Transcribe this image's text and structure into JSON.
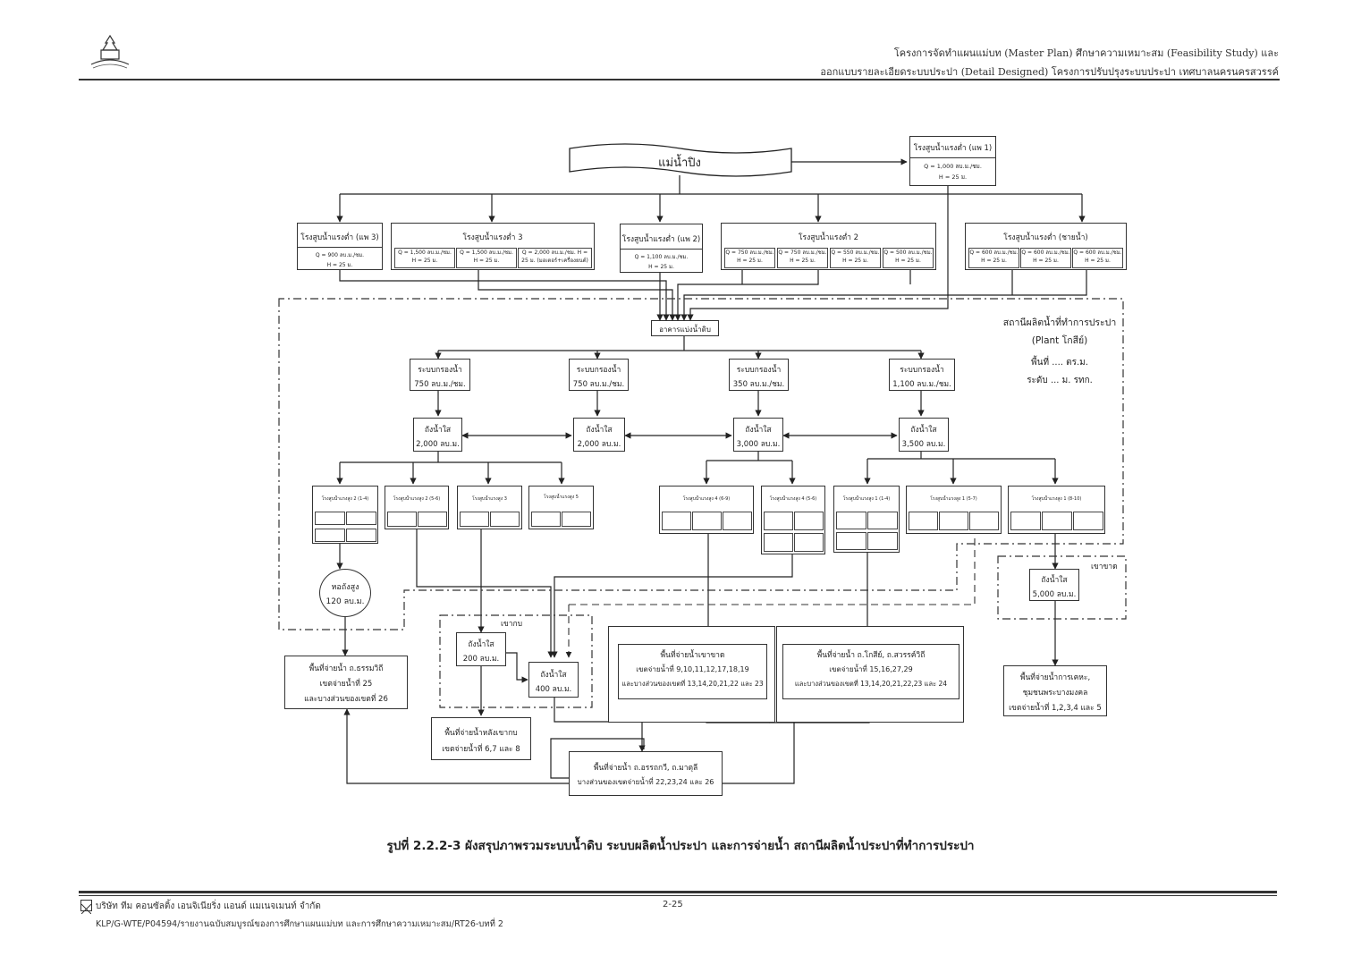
{
  "header": {
    "line1": "โครงการจัดทำแผนแม่บท (Master Plan) ศึกษาความเหมาะสม (Feasibility Study) และ",
    "line2": "ออกแบบรายละเอียดระบบประปา (Detail Designed) โครงการปรับปรุงระบบประปา เทศบาลนครนครสวรรค์"
  },
  "diagram": {
    "river": "แม่น้ำปิง",
    "pumps_top": {
      "raft1": {
        "title": "โรงสูบน้ำแรงต่ำ (แพ 1)",
        "q": "Q = 1,000 ลบ.ม./ชม.",
        "h": "H = 25 ม."
      },
      "raft3": {
        "title": "โรงสูบน้ำแรงต่ำ (แพ 3)",
        "q": "Q = 900 ลบ.ม./ชม.",
        "h": "H = 25 ม."
      },
      "ls3": {
        "title": "โรงสูบน้ำแรงต่ำ 3",
        "c1": "Q = 1,500 ลบ.ม./ชม. H = 25 ม.",
        "c2": "Q = 1,500 ลบ.ม./ชม. H = 25 ม.",
        "c3": "Q = 2,000 ลบ.ม./ชม. H = 25 ม. (มอเตอร์+เครื่องยนต์)"
      },
      "raft2": {
        "title": "โรงสูบน้ำแรงต่ำ (แพ 2)",
        "q": "Q = 1,100 ลบ.ม./ชม.",
        "h": "H = 25 ม."
      },
      "ls2": {
        "title": "โรงสูบน้ำแรงต่ำ 2",
        "c1": "Q = 750 ลบ.ม./ชม. H = 25 ม.",
        "c2": "Q = 750 ลบ.ม./ชม. H = 25 ม.",
        "c3": "Q = 550 ลบ.ม./ชม. H = 25 ม.",
        "c4": "Q = 500 ลบ.ม./ชม. H = 25 ม."
      },
      "lsr": {
        "title": "โรงสูบน้ำแรงต่ำ (ชายน้ำ)",
        "c1": "Q = 600 ลบ.ม./ชม. H = 25 ม.",
        "c2": "Q = 600 ลบ.ม./ชม. H = 25 ม.",
        "c3": "Q = 600 ลบ.ม./ชม. H = 25 ม."
      }
    },
    "plant": {
      "name": "สถานีผลิตน้ำที่ทำการประปา",
      "sub": "(Plant โกสีย์)",
      "area": "พื้นที่ .... ตร.ม.",
      "level": "ระดับ ... ม. รทก."
    },
    "splitter": "อาคารแบ่งน้ำดิบ",
    "filters": [
      {
        "l1": "ระบบกรองน้ำ",
        "l2": "750 ลบ.ม./ชม."
      },
      {
        "l1": "ระบบกรองน้ำ",
        "l2": "750 ลบ.ม./ชม."
      },
      {
        "l1": "ระบบกรองน้ำ",
        "l2": "350 ลบ.ม./ชม."
      },
      {
        "l1": "ระบบกรองน้ำ",
        "l2": "1,100 ลบ.ม./ชม."
      }
    ],
    "tanks": [
      {
        "l1": "ถังน้ำใส",
        "l2": "2,000 ลบ.ม."
      },
      {
        "l1": "ถังน้ำใส",
        "l2": "2,000 ลบ.ม."
      },
      {
        "l1": "ถังน้ำใส",
        "l2": "3,000 ลบ.ม."
      },
      {
        "l1": "ถังน้ำใส",
        "l2": "3,500 ลบ.ม."
      }
    ],
    "hs": [
      {
        "title": "โรงสูบน้ำแรงสูง 2 (1-4)"
      },
      {
        "title": "โรงสูบน้ำแรงสูง 2 (5-6)"
      },
      {
        "title": "โรงสูบน้ำแรงสูง 3"
      },
      {
        "title": "โรงสูบน้ำแรงสูง 5"
      },
      {
        "title": "โรงสูบน้ำแรงสูง 4 (6-9)"
      },
      {
        "title": "โรงสูบน้ำแรงสูง 4 (5-6)"
      },
      {
        "title": "โรงสูบน้ำแรงสูง 1 (1-4)"
      },
      {
        "title": "โรงสูบน้ำแรงสูง 1 (5-7)"
      },
      {
        "title": "โรงสูบน้ำแรงสูง 1 (8-10)"
      }
    ],
    "elevated": {
      "l1": "หอถังสูง",
      "l2": "120 ลบ.ม."
    },
    "khao_kob": {
      "label": "เขากบ",
      "t1": "ถังน้ำใส",
      "t1v": "200 ลบ.ม.",
      "t2": "ถังน้ำใส",
      "t2v": "400 ลบ.ม."
    },
    "khao_khat": {
      "label": "เขาขาด",
      "t": "ถังน้ำใส",
      "tv": "5,000 ลบ.ม."
    },
    "areas": {
      "a25": {
        "l1": "พื้นที่จ่ายน้ำ ถ.ธรรมวิถี",
        "l2": "เขตจ่ายน้ำที่ 25",
        "l3": "และบางส่วนของเขตที่ 26"
      },
      "a68": {
        "l1": "พื้นที่จ่ายน้ำหลังเขากบ",
        "l2": "เขตจ่ายน้ำที่ 6,7 และ 8"
      },
      "akk": {
        "l1": "พื้นที่จ่ายน้ำเขาขาด",
        "l2": "เขตจ่ายน้ำที่ 9,10,11,12,17,18,19",
        "l3": "และบางส่วนของเขตที่ 13,14,20,21,22 และ 23"
      },
      "ako": {
        "l1": "พื้นที่จ่ายน้ำ ถ.โกสีย์, ถ.สวรรค์วิถี",
        "l2": "เขตจ่ายน้ำที่ 15,16,27,29",
        "l3": "และบางส่วนของเขตที่ 13,14,20,21,22,23 และ 24"
      },
      "ath": {
        "l1": "พื้นที่จ่ายน้ำ ถ.อรรถกวี, ถ.มาตุลี",
        "l2": "บางส่วนของเขตจ่ายน้ำที่ 22,23,24 และ 26"
      },
      "ats": {
        "l1": "พื้นที่จ่ายน้ำการเคหะ,",
        "l2": "ชุมชนพระบางมงคล",
        "l3": "เขตจ่ายน้ำที่ 1,2,3,4 และ 5"
      }
    }
  },
  "caption": "รูปที่ 2.2.2-3 ผังสรุปภาพรวมระบบน้ำดิบ ระบบผลิตน้ำประปา และการจ่ายน้ำ สถานีผลิตน้ำประปาที่ทำการประปา",
  "footer": {
    "company": "บริษัท ทีม คอนซัลติ้ง เอนจิเนียริ่ง แอนด์ แมเนจเมนท์ จำกัด",
    "page": "2-25",
    "ref": "KLP/G-WTE/P04594/รายงานฉบับสมบูรณ์ของการศึกษาแผนแม่บท และการศึกษาความเหมาะสม/RT26-บทที่ 2"
  }
}
